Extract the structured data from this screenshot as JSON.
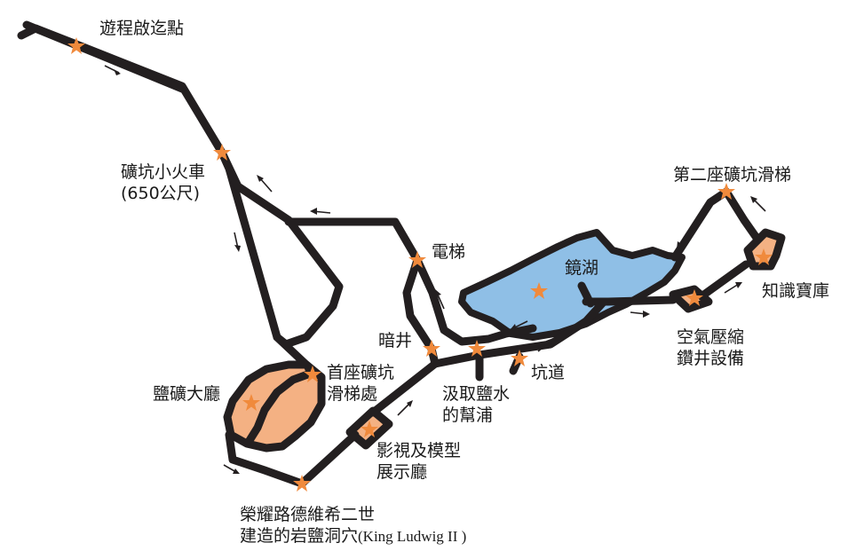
{
  "colors": {
    "route": "#231f20",
    "room_fill": "#f4b183",
    "lake_fill": "#8fbfe6",
    "star": "#f08a3c"
  },
  "labels": {
    "start": "遊程啟迄點",
    "train_line1": "礦坑小火車",
    "train_line2": "(650公尺)",
    "elevator": "電梯",
    "mirror_lake": "鏡湖",
    "second_slide": "第二座礦坑滑梯",
    "treasury": "知識寶庫",
    "compressor_line1": "空氣壓縮",
    "compressor_line2": "鑽井設備",
    "dark_well": "暗井",
    "tunnel": "坑道",
    "pump_line1": "汲取鹽水",
    "pump_line2": "的幫浦",
    "first_slide_line1": "首座礦坑",
    "first_slide_line2": "滑梯處",
    "salt_hall": "鹽礦大廳",
    "video_line1": "影視及模型",
    "video_line2": "展示廳",
    "grotto_line1": "榮耀路德維希二世",
    "grotto_line2_cjk": "建造的岩鹽洞穴",
    "grotto_line2_latin": "(King Ludwig II )"
  },
  "icons": {
    "marker": "star-icon",
    "direction": "arrow-icon"
  }
}
